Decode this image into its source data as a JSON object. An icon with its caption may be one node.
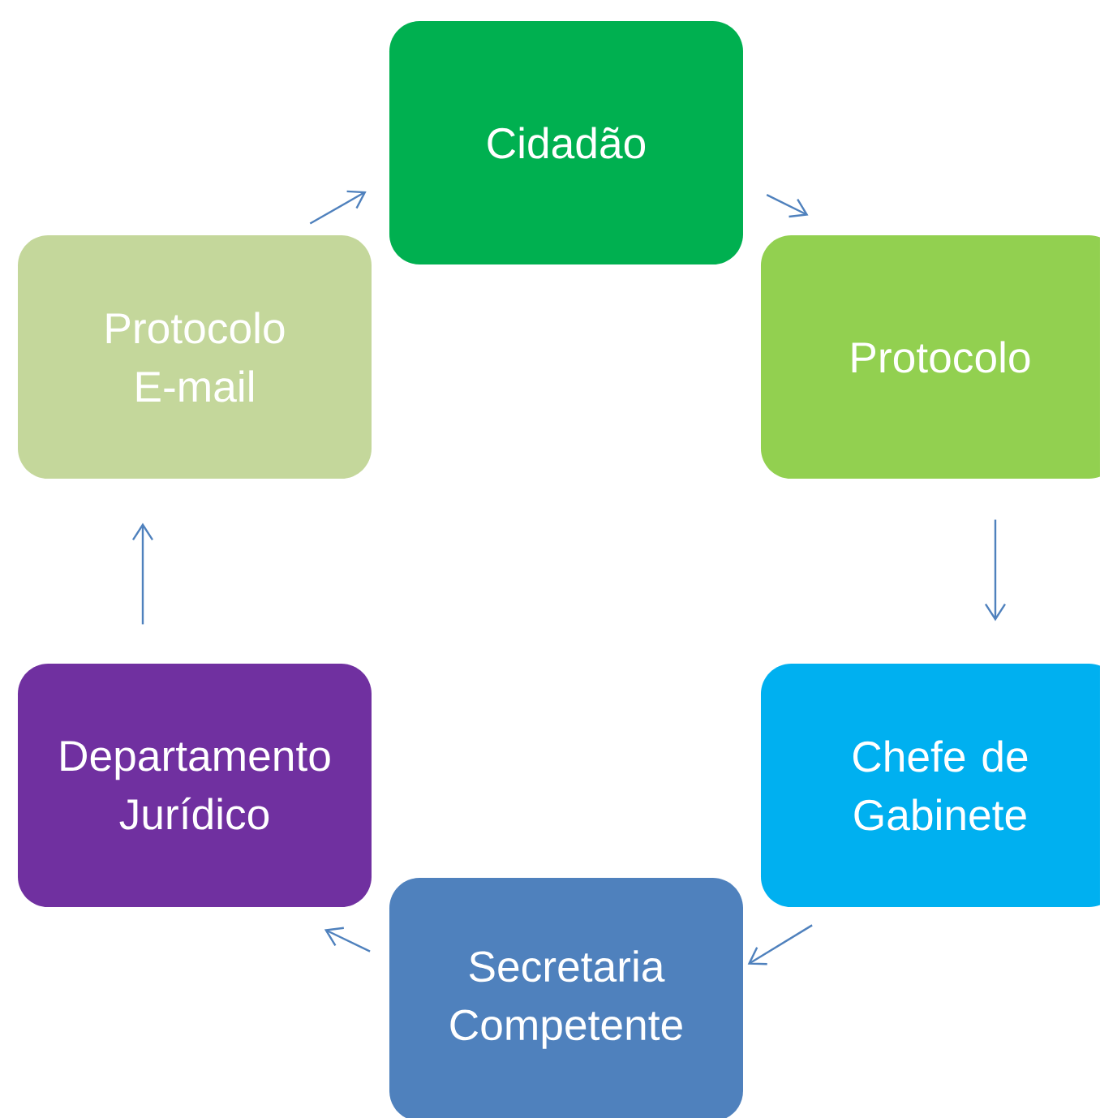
{
  "diagram": {
    "nodes": [
      {
        "text": [
          "Cidadão"
        ]
      },
      {
        "text": [
          "Protocolo"
        ]
      },
      {
        "text": [
          "Chefe de Gabinete"
        ]
      },
      {
        "text": [
          "Secretaria Competente"
        ]
      },
      {
        "text": [
          "Departamento Jurídico"
        ]
      },
      {
        "text": [
          "Protocolo E-mail"
        ]
      }
    ],
    "edges": [
      {
        "from": 0,
        "to": 1,
        "arrow": "to"
      },
      {
        "from": 1,
        "to": 2,
        "arrow": "to"
      },
      {
        "from": 2,
        "to": 3,
        "arrow": "to"
      },
      {
        "from": 3,
        "to": 4,
        "arrow": "to"
      },
      {
        "from": 4,
        "to": 5,
        "arrow": "to"
      },
      {
        "from": 5,
        "to": 0,
        "arrow": "to"
      }
    ]
  }
}
